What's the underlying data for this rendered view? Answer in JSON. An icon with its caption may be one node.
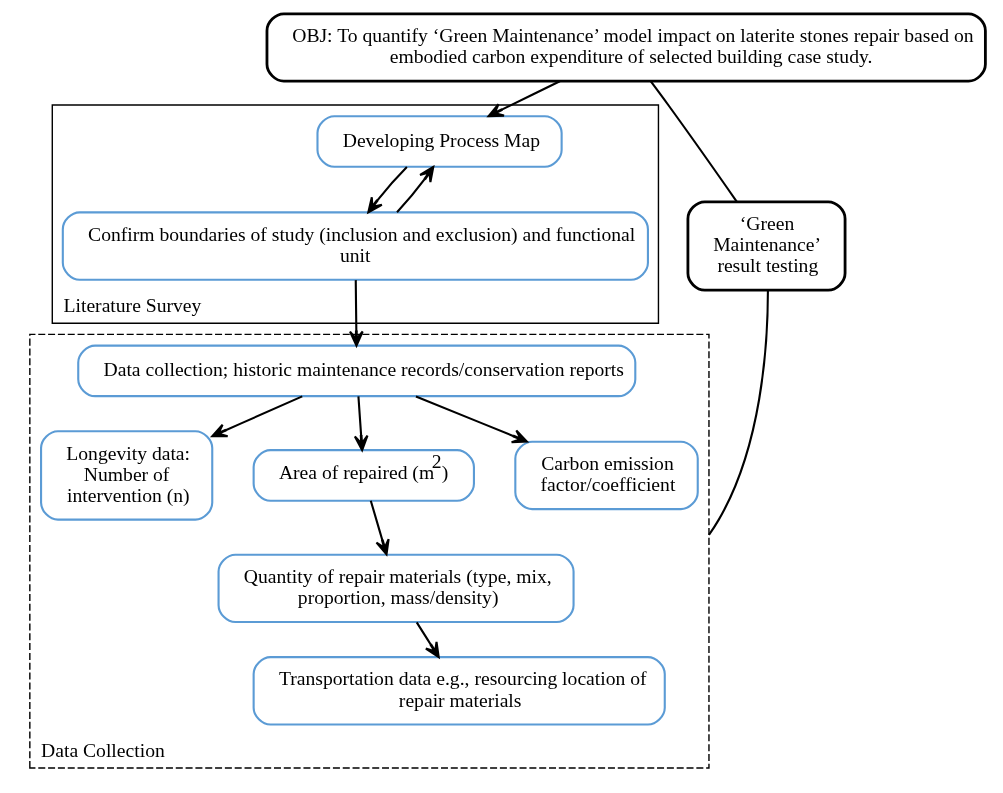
{
  "diagram": {
    "nodes": [
      {
        "text": [
          "OBJ: To quantify ‘Green Maintenance’ model impact on laterite stones repair based on embodied carbon expenditure of selected building case study."
        ]
      },
      {
        "text": [
          "Literature Survey"
        ]
      },
      {
        "text": [
          "Developing Process Map"
        ],
        "in": 1
      },
      {
        "text": [
          "Confirm boundaries of study (inclusion and exclusion) and functional unit"
        ],
        "in": 1
      },
      {
        "text": [
          "Data Collection"
        ]
      },
      {
        "text": [
          "Data collection; historic maintenance records/conservation reports"
        ],
        "in": 4
      },
      {
        "text": [
          "Longevity data: Number of intervention (n)"
        ],
        "in": 4
      },
      {
        "text": [
          "Area of repaired (m$^{2}$)"
        ],
        "in": 4
      },
      {
        "text": [
          "Carbon emission factor/coefficient"
        ],
        "in": 4
      },
      {
        "text": [
          "Quantity of repair materials (type, mix, proportion, mass/density)"
        ],
        "in": 4
      },
      {
        "text": [
          "Transportation data e.g., resourcing location of repair materials"
        ],
        "in": 4
      },
      {
        "text": [
          "‘Green Maintenance’ result testing"
        ]
      }
    ],
    "edges": [
      {
        "from": 0,
        "to": 2,
        "arrow": "to"
      },
      {
        "from": 2,
        "to": 3,
        "arrow": "to"
      },
      {
        "from": 3,
        "to": 2,
        "arrow": "to"
      },
      {
        "from": 3,
        "to": 5,
        "arrow": "to"
      },
      {
        "from": 5,
        "to": 6,
        "arrow": "to"
      },
      {
        "from": 5,
        "to": 7,
        "arrow": "to"
      },
      {
        "from": 5,
        "to": 8,
        "arrow": "to"
      },
      {
        "from": 7,
        "to": 9,
        "arrow": "to"
      },
      {
        "from": 9,
        "to": 10,
        "arrow": "to"
      },
      {
        "from": 0,
        "to": 11,
        "arrow": "none"
      },
      {
        "from": 11,
        "to": 4,
        "arrow": "none"
      }
    ]
  }
}
